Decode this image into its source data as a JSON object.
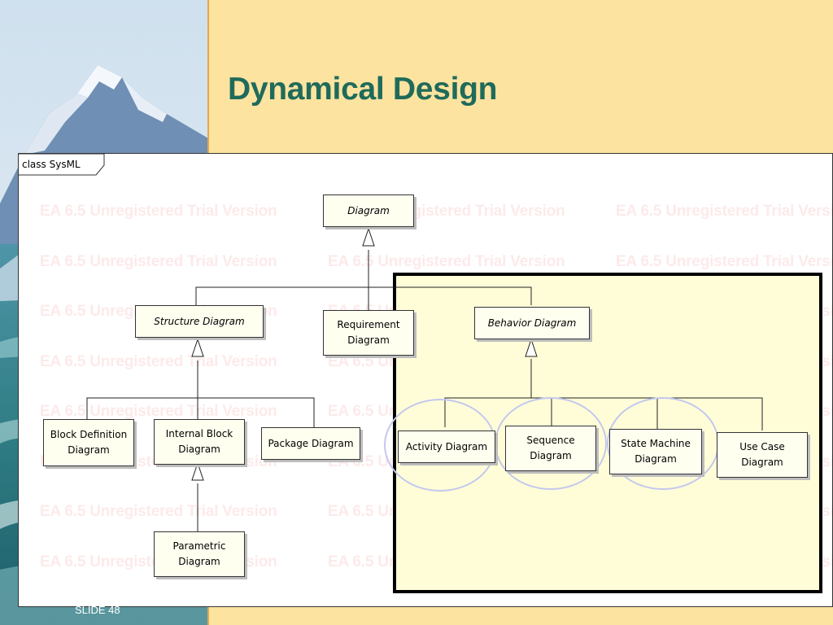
{
  "slide": {
    "title": "Dynamical Design",
    "footer": "SLIDE 48"
  },
  "diagram": {
    "frame_label": "class SysML",
    "watermark_text": "EA 6.5 Unregistered Trial Version",
    "nodes": {
      "diagram": "Diagram",
      "structure_diagram": "Structure Diagram",
      "requirement_diagram": "Requirement\nDiagram",
      "behavior_diagram": "Behavior Diagram",
      "block_definition_diagram": "Block Definition\nDiagram",
      "internal_block_diagram": "Internal Block\nDiagram",
      "package_diagram": "Package Diagram",
      "parametric_diagram": "Parametric\nDiagram",
      "activity_diagram": "Activity Diagram",
      "sequence_diagram": "Sequence\nDiagram",
      "state_machine_diagram": "State Machine\nDiagram",
      "use_case_diagram": "Use Case\nDiagram"
    }
  }
}
